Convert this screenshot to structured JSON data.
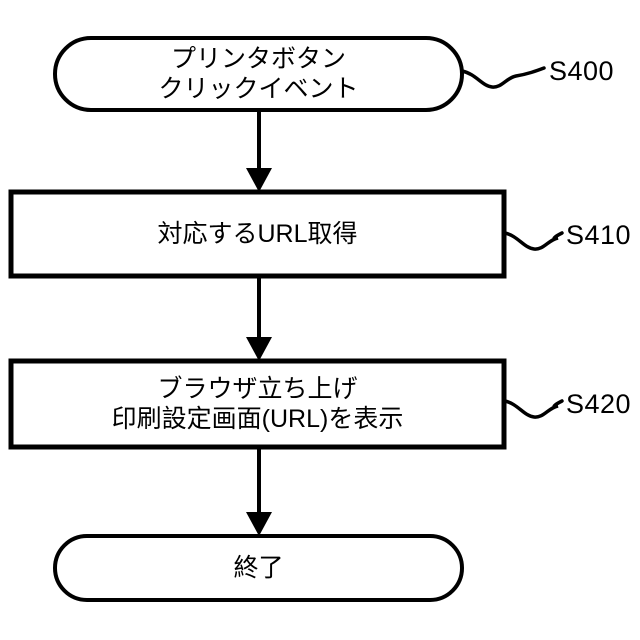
{
  "diagram": {
    "type": "flowchart",
    "orientation": "vertical",
    "language": "ja",
    "background_color": "#ffffff",
    "stroke_color": "#000000"
  },
  "nodes": [
    {
      "id": "start",
      "shape": "terminator",
      "lines": [
        "プリンタボタン",
        "クリックイベント"
      ],
      "line1": "プリンタボタン",
      "line2": "クリックイベント",
      "step_label": "S400"
    },
    {
      "id": "box1",
      "shape": "process",
      "lines": [
        "対応するURL取得"
      ],
      "line1": "対応するURL取得",
      "line2": "",
      "step_label": "S410"
    },
    {
      "id": "box2",
      "shape": "process",
      "lines": [
        "ブラウザ立ち上げ",
        "印刷設定画面(URL)を表示"
      ],
      "line1": "ブラウザ立ち上げ",
      "line2": "印刷設定画面(URL)を表示",
      "step_label": "S420"
    },
    {
      "id": "end",
      "shape": "terminator",
      "lines": [
        "終了"
      ],
      "line1": "終了",
      "line2": "",
      "step_label": ""
    }
  ],
  "connectors": [
    {
      "id": "c1",
      "from": "start",
      "to": "box1",
      "arrow": "down-arrowhead"
    },
    {
      "id": "c2",
      "from": "box1",
      "to": "box2",
      "arrow": "down-arrowhead"
    },
    {
      "id": "c3",
      "from": "box2",
      "to": "end",
      "arrow": "down-arrowhead"
    }
  ],
  "leaders": [
    {
      "id": "l400",
      "for": "start",
      "style": "wavy-leader-line"
    },
    {
      "id": "l410",
      "for": "box1",
      "style": "wavy-leader-line"
    },
    {
      "id": "l420",
      "for": "box2",
      "style": "wavy-leader-line"
    }
  ]
}
